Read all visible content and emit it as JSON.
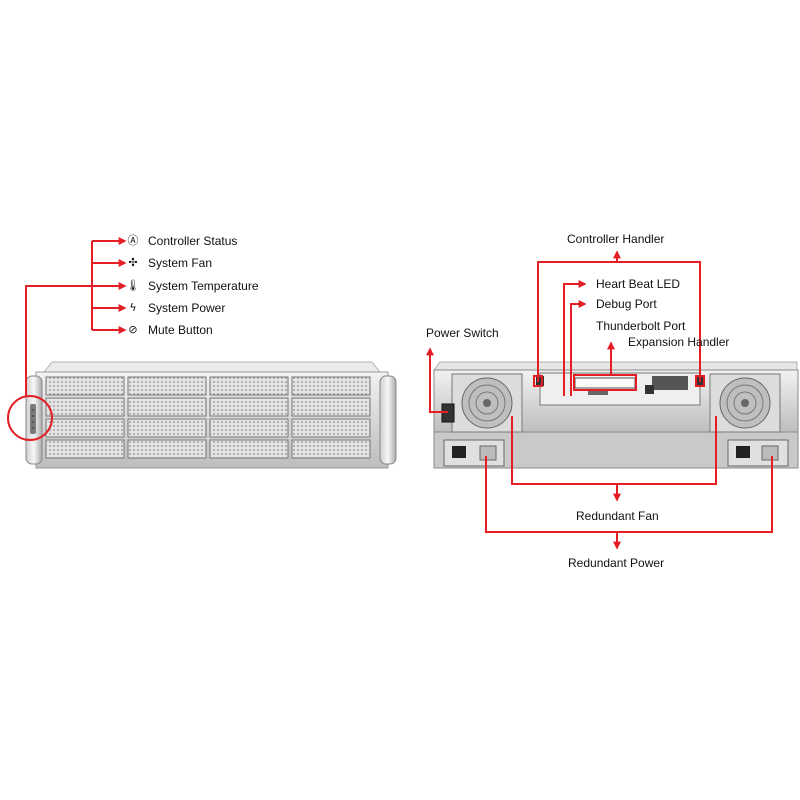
{
  "front_panel": {
    "indicators": [
      {
        "label": "Controller Status",
        "icon": "controller-status-icon"
      },
      {
        "label": "System Fan",
        "icon": "fan-icon"
      },
      {
        "label": "System Temperature",
        "icon": "thermometer-icon"
      },
      {
        "label": "System Power",
        "icon": "power-bolt-icon"
      },
      {
        "label": "Mute Button",
        "icon": "mute-icon"
      }
    ]
  },
  "rear_panel": {
    "labels": {
      "controller_handler": "Controller Handler",
      "heart_beat_led": "Heart Beat LED",
      "debug_port": "Debug Port",
      "thunderbolt_port": "Thunderbolt Port",
      "expansion_handler": "Expansion Handler",
      "power_switch": "Power Switch",
      "redundant_fan": "Redundant Fan",
      "redundant_power": "Redundant Power"
    }
  },
  "colors": {
    "callout": "#e31e24",
    "chassis": "#d9d9d9",
    "chassis_dark": "#9a9a9a",
    "text": "#111111"
  }
}
